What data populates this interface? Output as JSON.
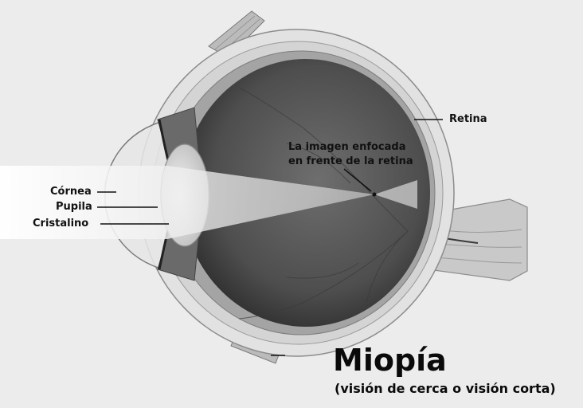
{
  "diagram": {
    "title": "Miopía",
    "subtitle": "(visión de cerca o visión corta)",
    "labels": {
      "cornea": "Córnea",
      "pupila": "Pupila",
      "cristalino": "Cristalino",
      "retina": "Retina",
      "focus_line1": "La imagen enfocada",
      "focus_line2": "en frente de la retina"
    }
  }
}
